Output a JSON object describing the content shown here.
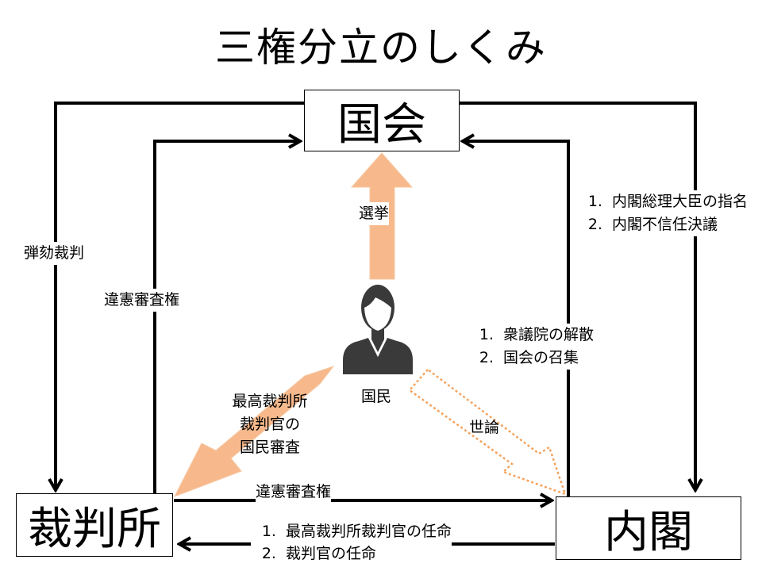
{
  "title": "三権分立のしくみ",
  "nodes": {
    "kokkai": "国会",
    "saibansho": "裁判所",
    "naikaku": "内閣",
    "kokumin": "国民"
  },
  "edges": {
    "election": "選挙",
    "impeachment": "弾劾裁判",
    "judicial_review_left": "違憲審査権",
    "judicial_review_bottom": "違憲審査権",
    "public_opinion": "世論",
    "popular_review": [
      "最高裁判所",
      "裁判官の",
      "国民審査"
    ],
    "diet_to_cabinet": [
      "内閣総理大臣の指名",
      "内閣不信任決議"
    ],
    "cabinet_to_diet": [
      "衆議院の解散",
      "国会の召集"
    ],
    "cabinet_to_court": [
      "最高裁判所裁判官の任命",
      "裁判官の任命"
    ]
  },
  "colors": {
    "arrow": "#000000",
    "election_arrow": "#f7b98b",
    "opinion_arrow": "#f4a460",
    "person": "#3a3a3a"
  },
  "icons": {
    "person": "person-icon"
  }
}
